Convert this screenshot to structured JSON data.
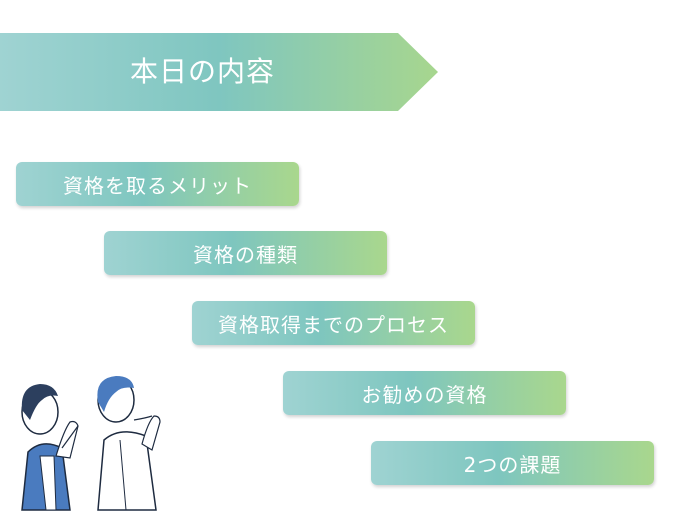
{
  "header": {
    "title": "本日の内容"
  },
  "agenda": {
    "items": [
      {
        "label": "資格を取るメリット"
      },
      {
        "label": "資格の種類"
      },
      {
        "label": "資格取得までのプロセス"
      },
      {
        "label": "お勧めの資格"
      },
      {
        "label": "2つの課題"
      }
    ]
  },
  "colors": {
    "gradient_start": "#9fd3d2",
    "gradient_mid": "#7ec6bf",
    "gradient_end": "#a9d78d",
    "text": "#ffffff",
    "suit_blue": "#4a7bbf",
    "hair_dark": "#2c3f5e"
  },
  "illustration": {
    "icon": "thinking-businessmen-icon"
  }
}
